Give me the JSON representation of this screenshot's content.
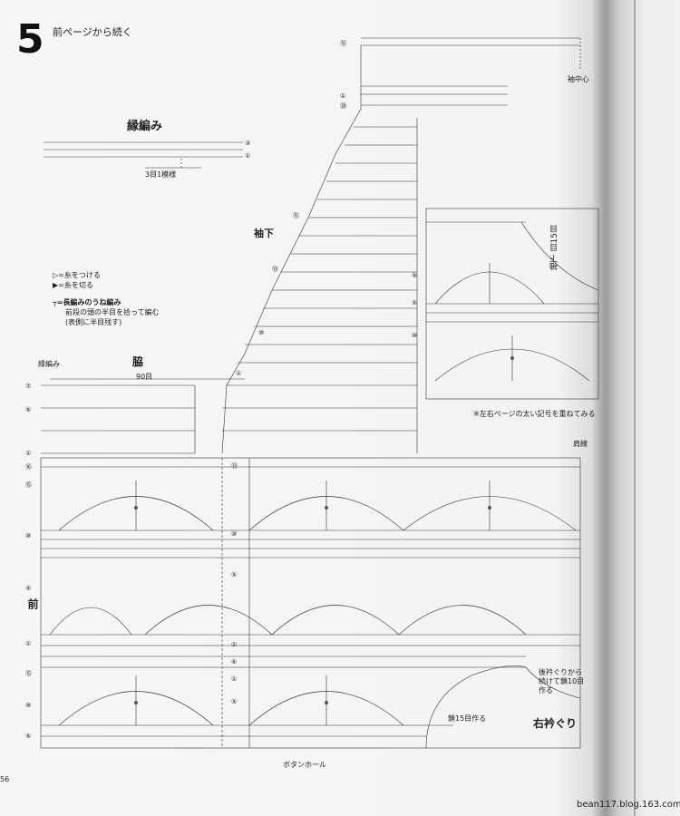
{
  "header": {
    "chapter_number": "5",
    "continued_note": "前ページから続く"
  },
  "edging": {
    "title": "縁編み",
    "repeat_note": "3目1模様"
  },
  "labels": {
    "sleeve_underarm": "袖下",
    "side_seam": "脇",
    "stitch_count": "90目",
    "edging_small": "縁編み",
    "shoulder_line": "肩線",
    "sleeve_center": "袖中心",
    "sleeve_side": "袖下 目15目",
    "body": "前",
    "overlay_note": "※左右ページの太い記号を重ねてみる",
    "collar_note_1": "後衿ぐりから",
    "collar_note_2": "続けて鎖10目",
    "collar_note_3": "作る",
    "chain_15": "鎖15目作る",
    "right_collar": "右衿ぐり",
    "buttonhole": "ボタンホール"
  },
  "legend": {
    "attach": "=糸をつける",
    "cut": "=糸を切る",
    "ridge": "=長編みのうね編み",
    "ridge_note_1": "前段の頭の半目を拾って編む",
    "ridge_note_2": "(表側に半目残す)"
  },
  "row_numbers": {
    "edging": [
      "③",
      "①"
    ],
    "sleeve_top": [
      "⑮",
      "①",
      "⑳"
    ],
    "sleeve": [
      "⑮",
      "⑬",
      "⑩",
      "①"
    ],
    "side": [
      "⑦",
      "⑤",
      "①"
    ],
    "body_left": [
      "⑯",
      "⑮",
      "⑩",
      "⑤",
      "①",
      "⑮",
      "⑩",
      "⑤"
    ],
    "body_mid": [
      "⑬",
      "⑩",
      "⑤",
      "①",
      "⑥",
      "①",
      "⑤"
    ],
    "inset": [
      "⑤",
      "⑤",
      "⑩"
    ]
  },
  "footer": {
    "page_number": "56",
    "watermark": "bean117.blog.163.com"
  }
}
